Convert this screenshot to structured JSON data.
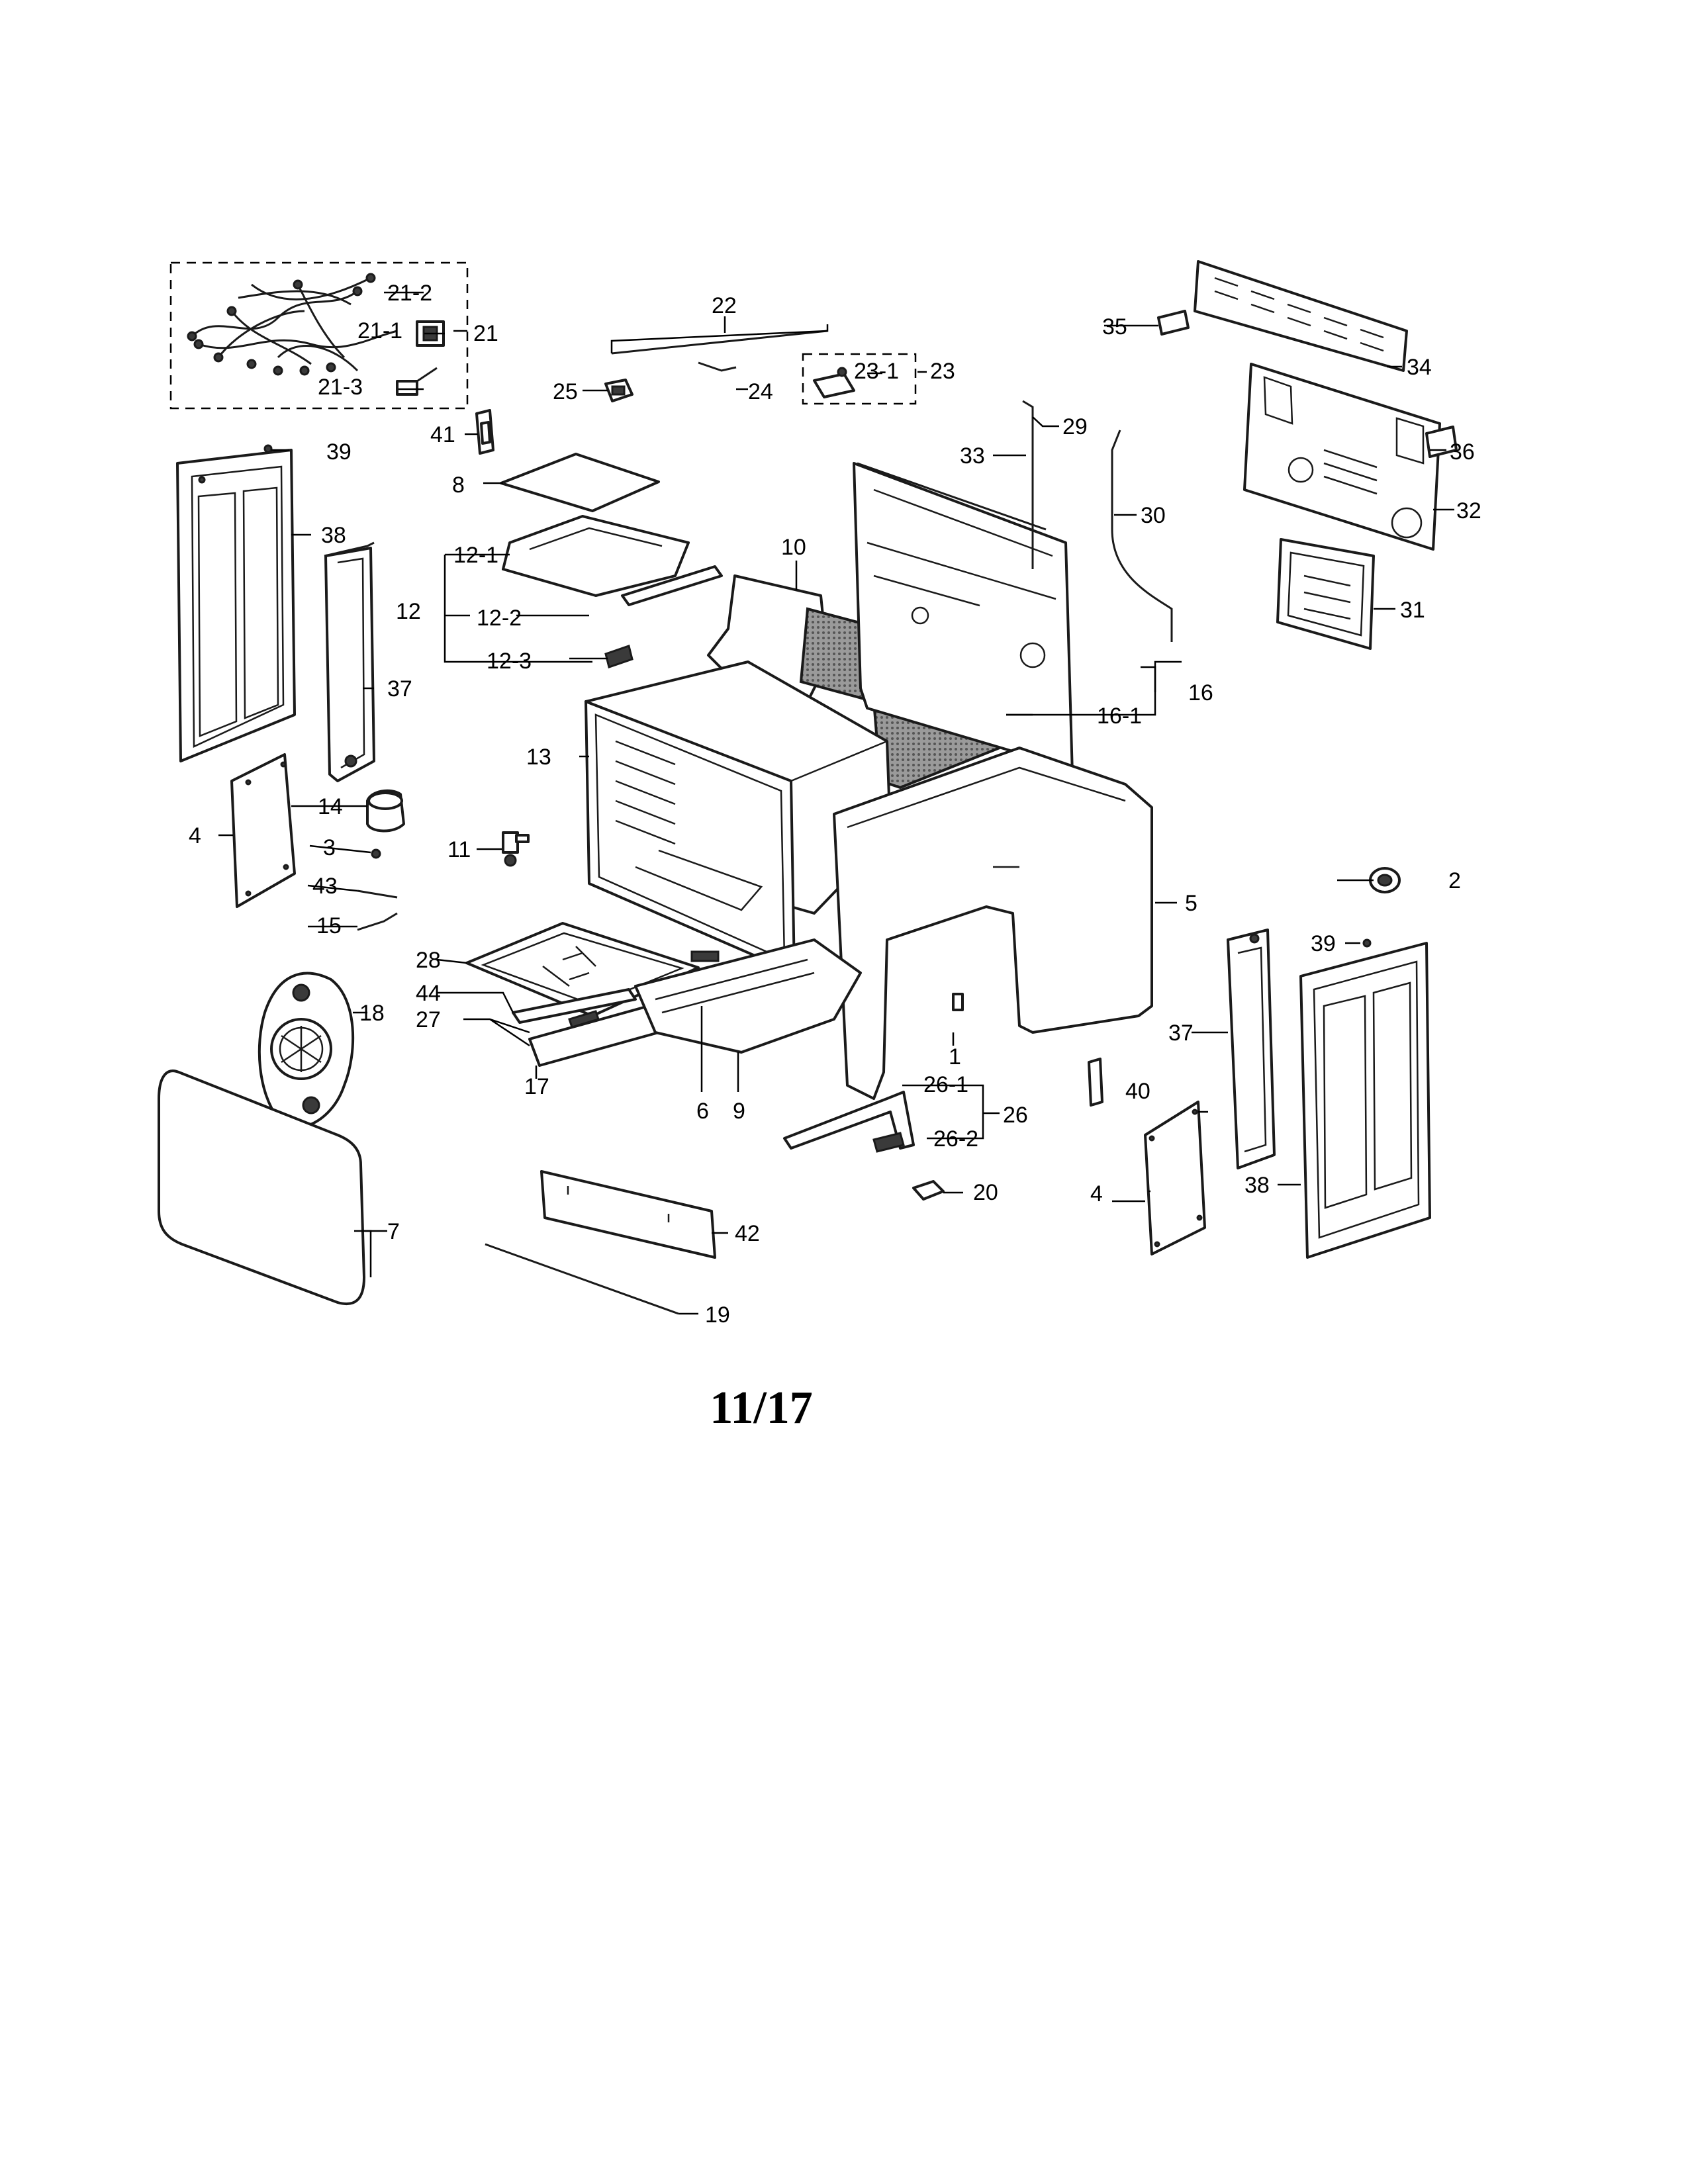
{
  "diagram": {
    "page_number": "11/17",
    "labels": {
      "l1": "1",
      "l2": "2",
      "l3": "3",
      "l4a": "4",
      "l4b": "4",
      "l5": "5",
      "l6": "6",
      "l7": "7",
      "l8": "8",
      "l9": "9",
      "l10": "10",
      "l11": "11",
      "l12": "12",
      "l12_1": "12-1",
      "l12_2": "12-2",
      "l12_3": "12-3",
      "l13": "13",
      "l14": "14",
      "l15": "15",
      "l16": "16",
      "l16_1": "16-1",
      "l17": "17",
      "l18": "18",
      "l19": "19",
      "l20": "20",
      "l21": "21",
      "l21_1": "21-1",
      "l21_2": "21-2",
      "l21_3": "21-3",
      "l22": "22",
      "l23": "23",
      "l23_1": "23-1",
      "l24": "24",
      "l25": "25",
      "l26": "26",
      "l26_1": "26-1",
      "l26_2": "26-2",
      "l27": "27",
      "l28": "28",
      "l29": "29",
      "l30": "30",
      "l31": "31",
      "l32": "32",
      "l33": "33",
      "l34": "34",
      "l35": "35",
      "l36": "36",
      "l37a": "37",
      "l37b": "37",
      "l38a": "38",
      "l38b": "38",
      "l39a": "39",
      "l39b": "39",
      "l40": "40",
      "l41": "41",
      "l42": "42",
      "l43": "43",
      "l44": "44"
    }
  }
}
